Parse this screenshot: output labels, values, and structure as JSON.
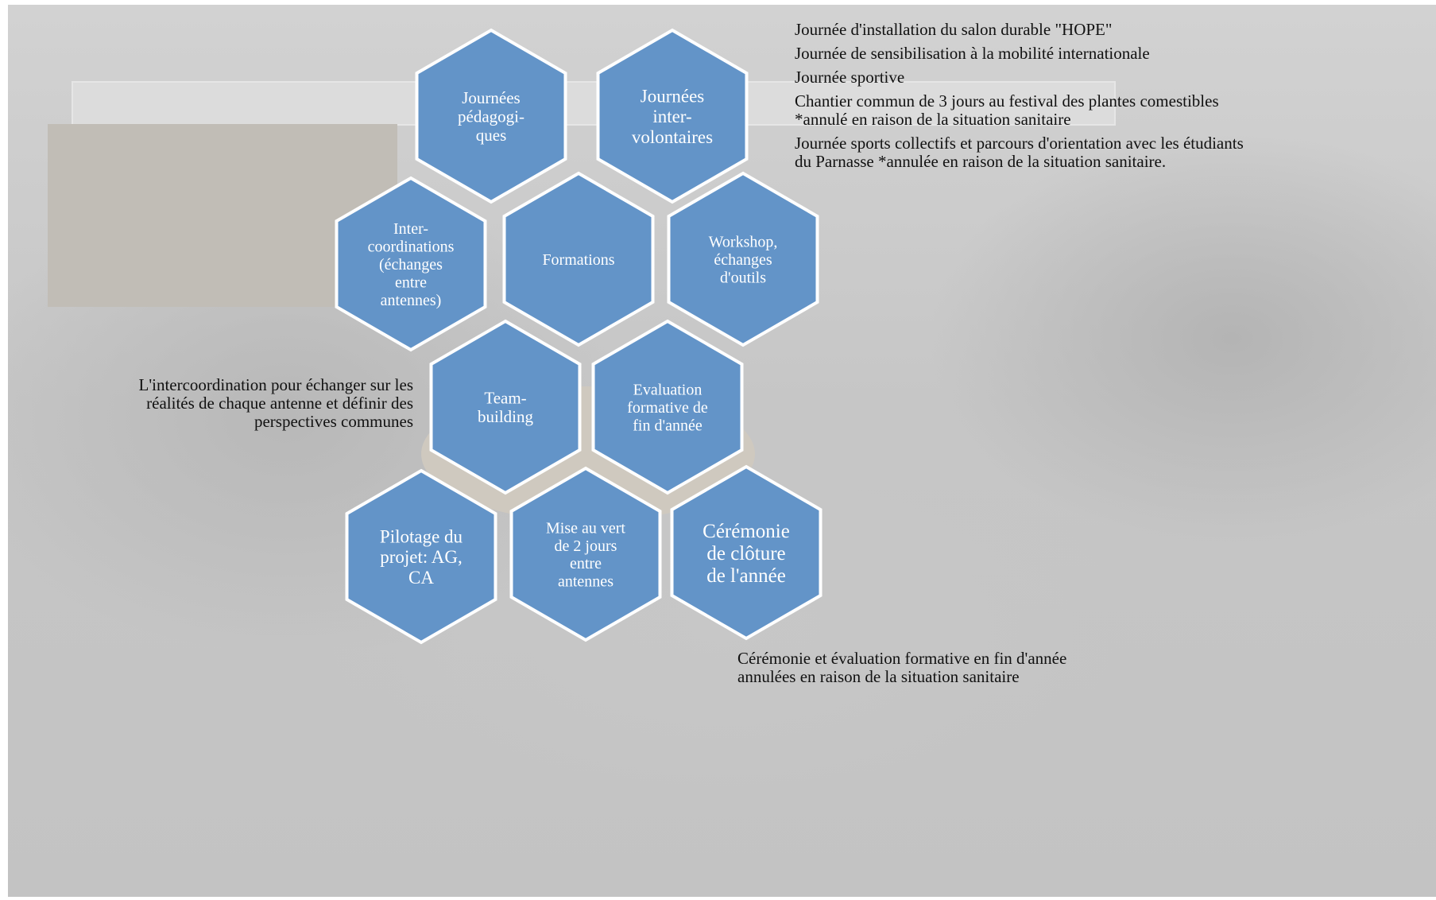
{
  "hexagons": [
    {
      "id": "journees-pedagogiques",
      "lines": [
        "Journées",
        "pédagogi-",
        "ques"
      ],
      "font_size": 21
    },
    {
      "id": "journees-intervolontaires",
      "lines": [
        "Journées",
        "inter-",
        "volontaires"
      ],
      "font_size": 23
    },
    {
      "id": "intercoordinations",
      "lines": [
        "Inter-",
        "coordinations",
        "(échanges",
        "entre",
        "antennes)"
      ],
      "font_size": 20
    },
    {
      "id": "formations",
      "lines": [
        "Formations"
      ],
      "font_size": 20
    },
    {
      "id": "workshop",
      "lines": [
        "Workshop,",
        "échanges",
        "d'outils"
      ],
      "font_size": 20
    },
    {
      "id": "team-building",
      "lines": [
        "Team-",
        "building"
      ],
      "font_size": 21
    },
    {
      "id": "evaluation-formative",
      "lines": [
        "Evaluation",
        "formative de",
        "fin d'année"
      ],
      "font_size": 20
    },
    {
      "id": "pilotage-projet",
      "lines": [
        "Pilotage du",
        "projet: AG,",
        "CA"
      ],
      "font_size": 23
    },
    {
      "id": "mise-au-vert",
      "lines": [
        "Mise au vert",
        "de 2 jours",
        "entre",
        "antennes"
      ],
      "font_size": 20
    },
    {
      "id": "ceremonie-cloture",
      "lines": [
        "Cérémonie",
        "de clôture",
        "de l'année"
      ],
      "font_size": 25
    }
  ],
  "activities": [
    "Journée d'installation du salon durable \"HOPE\"",
    "Journée de sensibilisation à la mobilité internationale",
    "Journée sportive",
    "Chantier commun de 3 jours au festival des plantes comestibles *annulé en raison de la situation sanitaire",
    "Journée sports collectifs et parcours d'orientation avec les étudiants du Parnasse *annulée en raison de la situation sanitaire."
  ],
  "intercoordination_note": "L'intercoordination pour échanger sur les réalités de chaque antenne et définir des perspectives communes",
  "ceremony_note": "Cérémonie et évaluation formative en fin d'année annulées en raison de la situation sanitaire",
  "colors": {
    "hex_fill": "#6394c8",
    "hex_stroke": "#ffffff",
    "background": "#c8c8c8",
    "text": "#111111"
  }
}
